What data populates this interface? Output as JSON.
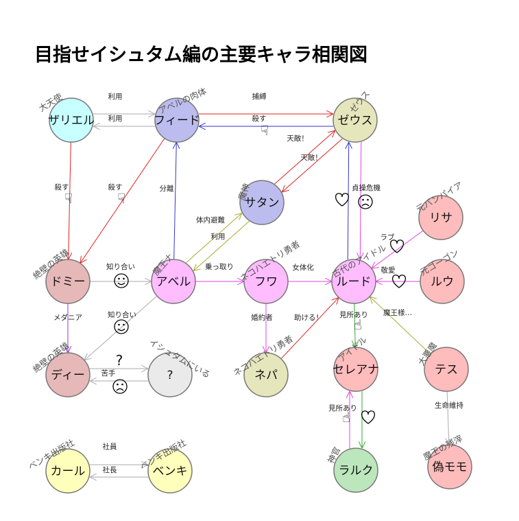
{
  "title": "目指せイシュタム編の主要キャラ相関図",
  "nodes": [
    {
      "id": "zarieru",
      "name": "ザリエル",
      "tag": "大天使",
      "fill": "#c8ffff"
    },
    {
      "id": "fido",
      "name": "フィード",
      "tag": "アベルの肉体",
      "fill": "#bcbcee"
    },
    {
      "id": "zeus",
      "name": "ゼウス",
      "tag": "ゼウス",
      "fill": "#e6e6bc"
    },
    {
      "id": "satan",
      "name": "サタン",
      "tag": "魔神",
      "fill": "#bcbcee"
    },
    {
      "id": "risa",
      "name": "リサ",
      "tag": "元バンパイア",
      "fill": "#ffbcbc"
    },
    {
      "id": "domi",
      "name": "ドミー",
      "tag": "絶壁の英雄",
      "fill": "#e6b8b8"
    },
    {
      "id": "aberu",
      "name": "アベル",
      "tag": "魔王ナ",
      "fill": "#ffbcff"
    },
    {
      "id": "fuwa",
      "name": "フワ",
      "tag": "ネコハエトリ勇者",
      "fill": "#ffbcff"
    },
    {
      "id": "rudo",
      "name": "ルード",
      "tag": "古代のアイドル",
      "fill": "#ffbcff"
    },
    {
      "id": "ruu",
      "name": "ルウ",
      "tag": "元ゴーゴン",
      "fill": "#ffbcbc"
    },
    {
      "id": "dii",
      "name": "ディー",
      "tag": "絶壁の英雄",
      "fill": "#e6b8b8"
    },
    {
      "id": "unknown",
      "name": "?",
      "tag": "イシュタムにいる",
      "fill": "#eaeaea"
    },
    {
      "id": "nepa",
      "name": "ネパ",
      "tag": "ネコハエトリ勇者",
      "fill": "#e6e6bc"
    },
    {
      "id": "sereana",
      "name": "セレアナ",
      "tag": "アイドル",
      "fill": "#ffbcbc"
    },
    {
      "id": "tesu",
      "name": "テス",
      "tag": "大悪魔",
      "fill": "#ffbcbc"
    },
    {
      "id": "raruku",
      "name": "ラルク",
      "tag": "神官",
      "fill": "#bce6bc"
    },
    {
      "id": "nisemomo",
      "name": "偽モモ",
      "tag": "魔王の残滓",
      "fill": "#ffbcbc"
    },
    {
      "id": "karu",
      "name": "カール",
      "tag": "ベンキ出版社",
      "fill": "#ffffbc"
    },
    {
      "id": "benki",
      "name": "ベンキ",
      "tag": "ベンキ出版社",
      "fill": "#ffffbc"
    }
  ],
  "edges": [
    {
      "from": "fido",
      "to": "zarieru",
      "label": "利用",
      "color": "#aaaaaa"
    },
    {
      "from": "zarieru",
      "to": "fido",
      "label": "利用",
      "color": "#aaaaaa"
    },
    {
      "from": "zeus",
      "to": "fido",
      "label": "捕縛",
      "color": "#3333cc"
    },
    {
      "from": "fido",
      "to": "zeus",
      "label": "殺す",
      "color": "#dd2222"
    },
    {
      "from": "zarieru",
      "to": "domi",
      "label": "殺す",
      "color": "#dd2222"
    },
    {
      "from": "fido",
      "to": "domi",
      "label": "殺す",
      "color": "#dd2222"
    },
    {
      "from": "aberu",
      "to": "fido",
      "label": "分離",
      "color": "#3333cc"
    },
    {
      "from": "zeus",
      "to": "satan",
      "label": "天敵！",
      "color": "#dd2222"
    },
    {
      "from": "satan",
      "to": "zeus",
      "label": "天敵！",
      "color": "#dd2222"
    },
    {
      "from": "satan",
      "to": "aberu",
      "label": "体内避難",
      "color": "#aaaa33"
    },
    {
      "from": "aberu",
      "to": "satan",
      "label": "利用",
      "color": "#aaaa33"
    },
    {
      "from": "zeus",
      "to": "rudo",
      "label": "",
      "color": "#dd44dd"
    },
    {
      "from": "rudo",
      "to": "zeus",
      "label": "貞操危機",
      "color": "#3333cc"
    },
    {
      "from": "risa",
      "to": "rudo",
      "label": "ラブ",
      "color": "#dd44dd"
    },
    {
      "from": "ruu",
      "to": "rudo",
      "label": "敬愛",
      "color": "#dd44dd"
    },
    {
      "from": "domi",
      "to": "aberu",
      "label": "知り合い",
      "color": "#aaaaaa"
    },
    {
      "from": "aberu",
      "to": "fuwa",
      "label": "乗っ取り",
      "color": "#dd44dd"
    },
    {
      "from": "fuwa",
      "to": "rudo",
      "label": "女体化",
      "color": "#dd44dd"
    },
    {
      "from": "domi",
      "to": "dii",
      "label": "メダニア",
      "color": "#9933cc"
    },
    {
      "from": "aberu",
      "to": "dii",
      "label": "知り合い",
      "color": "#aaaaaa"
    },
    {
      "from": "unknown",
      "to": "dii",
      "label": "",
      "color": "#aaaaaa"
    },
    {
      "from": "dii",
      "to": "unknown",
      "label": "苦手",
      "color": "#aaaaaa"
    },
    {
      "from": "fuwa",
      "to": "nepa",
      "label": "婚約者",
      "color": "#dd44dd"
    },
    {
      "from": "nepa",
      "to": "rudo",
      "label": "助ける！",
      "color": "#dd2222"
    },
    {
      "from": "rudo",
      "to": "sereana",
      "label": "見所あり",
      "color": "#33aa33"
    },
    {
      "from": "tesu",
      "to": "rudo",
      "label": "魔王様…",
      "color": "#aaaa33"
    },
    {
      "from": "sereana",
      "to": "raruku",
      "label": "見所あり",
      "color": "#33aa33"
    },
    {
      "from": "raruku",
      "to": "sereana",
      "label": "",
      "color": "#dd44dd"
    },
    {
      "from": "tesu",
      "to": "nisemomo",
      "label": "生命維持",
      "color": "#aaaaaa"
    },
    {
      "from": "benki",
      "to": "karu",
      "label": "社員",
      "color": "#aaaaaa"
    },
    {
      "from": "karu",
      "to": "benki",
      "label": "社長",
      "color": "#aaaaaa"
    }
  ],
  "icons": [
    "thumbs-down-icon",
    "thumbs-down-icon",
    "thumbs-down-icon",
    "heart-icon",
    "frown-icon",
    "heart-icon",
    "heart-icon",
    "smile-icon",
    "smile-icon",
    "question-icon",
    "frown-icon",
    "thumbs-up-icon",
    "thumbs-up-icon",
    "heart-icon"
  ]
}
